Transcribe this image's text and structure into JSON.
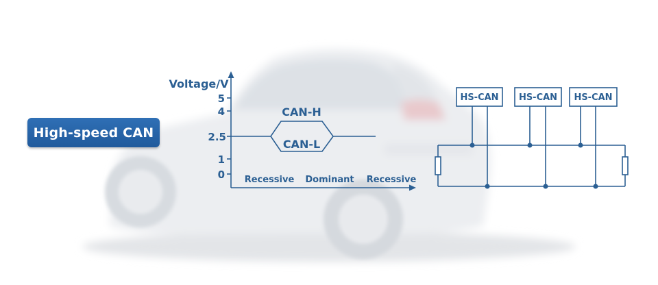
{
  "colors": {
    "ink": "#2b5f93",
    "accent": "#2f6fb5",
    "badge_text": "#ffffff"
  },
  "badge": {
    "label": "High-speed CAN"
  },
  "waveform": {
    "y_axis_label": "Voltage/V",
    "y_ticks": [
      "5",
      "4",
      "2.5",
      "1",
      "0"
    ],
    "signal_high_label": "CAN-H",
    "signal_low_label": "CAN-L",
    "states": [
      "Recessive",
      "Dominant",
      "Recessive"
    ]
  },
  "bus": {
    "nodes": [
      "HS-CAN",
      "HS-CAN",
      "HS-CAN"
    ]
  }
}
